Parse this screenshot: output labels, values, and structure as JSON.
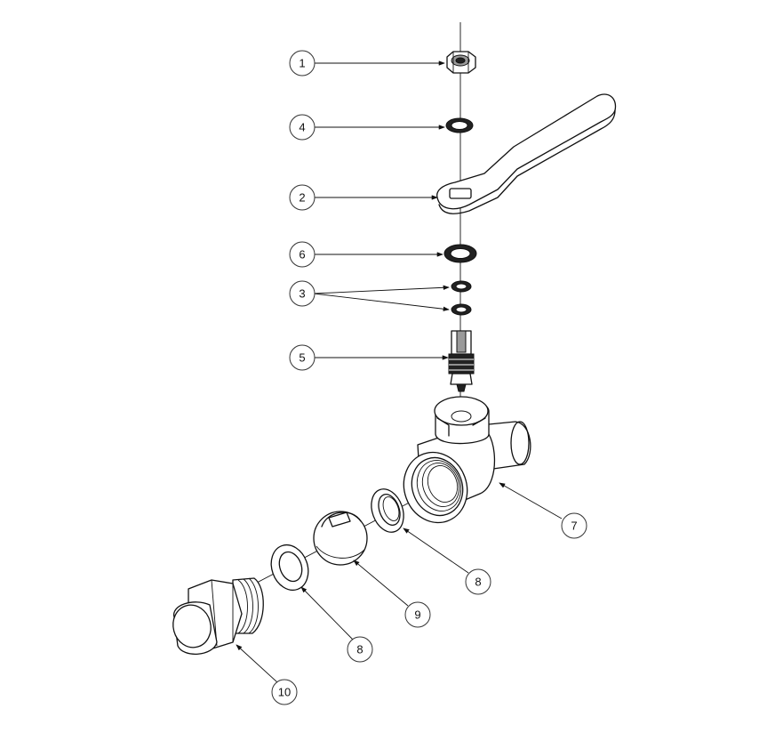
{
  "callouts": [
    {
      "id": "c1",
      "label": "1"
    },
    {
      "id": "c4",
      "label": "4"
    },
    {
      "id": "c2",
      "label": "2"
    },
    {
      "id": "c6",
      "label": "6"
    },
    {
      "id": "c3",
      "label": "3"
    },
    {
      "id": "c5",
      "label": "5"
    },
    {
      "id": "c7",
      "label": "7"
    },
    {
      "id": "c8a",
      "label": "8"
    },
    {
      "id": "c9",
      "label": "9"
    },
    {
      "id": "c8b",
      "label": "8"
    },
    {
      "id": "c10",
      "label": "10"
    }
  ],
  "colors": {
    "line": "#111111",
    "background": "#ffffff",
    "shade": "#9a9a9a"
  }
}
